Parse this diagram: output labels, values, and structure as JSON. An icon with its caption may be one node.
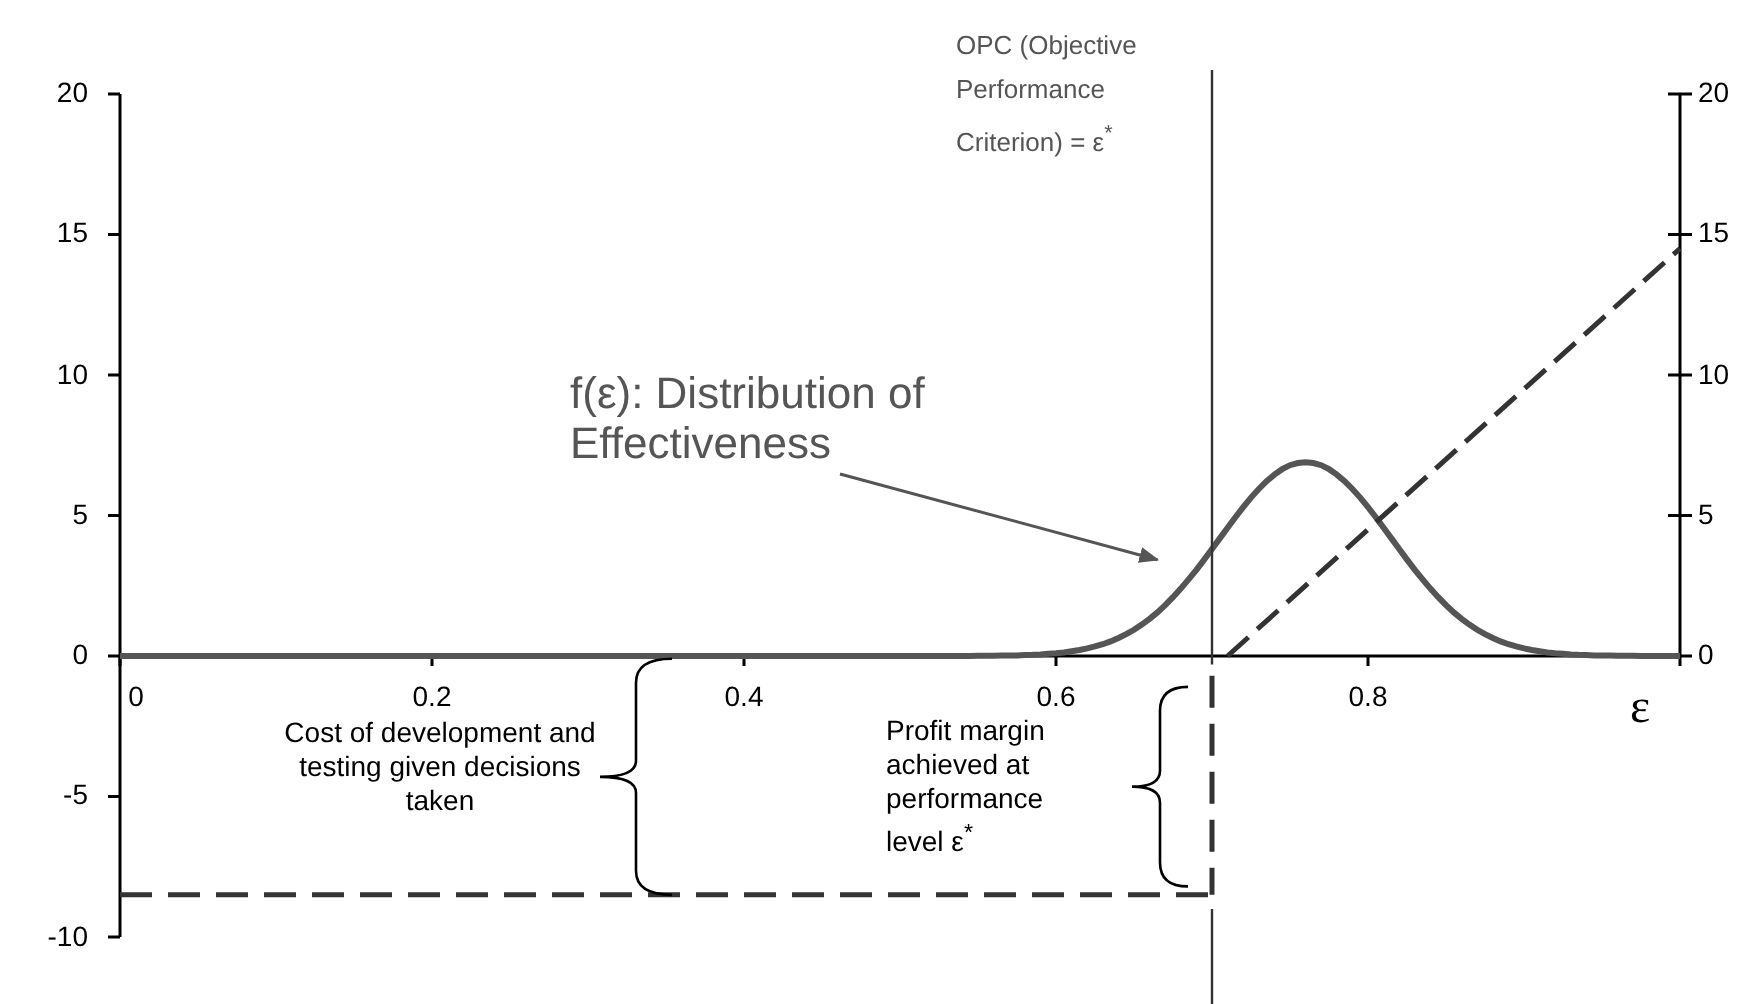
{
  "diagram": {
    "nodes": [
      {
        "text": [
          "f(ε): Distribution of Effectiveness"
        ]
      },
      {
        "text": [],
        "shape": "curve"
      }
    ],
    "edges": [
      {
        "from": 0,
        "to": 1,
        "arrow": "to"
      }
    ],
    "labels": [
      "OPC (Objective Performance Criterion) = ε$^{*}$",
      "20",
      "15",
      "10",
      "5",
      "0",
      "-5",
      "-10",
      "20",
      "15",
      "10",
      "5",
      "0",
      "0",
      "0.2",
      "0.4",
      "0.6",
      "0.8",
      "ε",
      "Cost of development and testing given decisions taken",
      "Profit margin achieved at performance level ε$^{*}$"
    ]
  }
}
